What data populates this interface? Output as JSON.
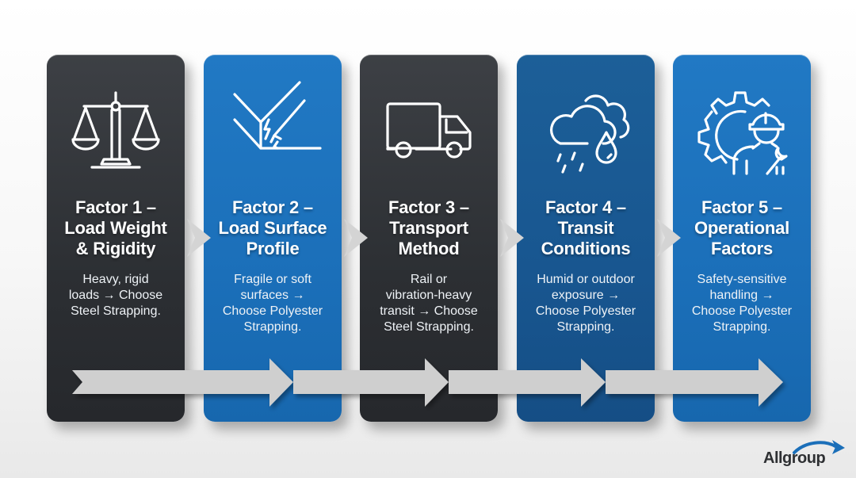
{
  "colors": {
    "dark_card": "#2f3237",
    "blue_card": "#1b6fb9",
    "navy_card": "#185690",
    "arrow_gray": "#cfcfcf",
    "text": "#ffffff",
    "logo_blue": "#1b6fb9",
    "logo_text": "#2e3033"
  },
  "factors": [
    {
      "icon": "balance-scale-icon",
      "title": [
        "Factor 1 –",
        "Load Weight",
        "& Rigidity"
      ],
      "description": [
        "Heavy, rigid",
        "loads → Choose",
        "Steel Strapping."
      ],
      "recommendation": "Steel Strapping"
    },
    {
      "icon": "surface-crack-icon",
      "title": [
        "Factor 2 –",
        "Load Surface",
        "Profile"
      ],
      "description": [
        "Fragile or soft",
        "surfaces →",
        "Choose Polyester",
        "Strapping."
      ],
      "recommendation": "Polyester Strapping"
    },
    {
      "icon": "delivery-truck-icon",
      "title": [
        "Factor 3 –",
        "Transport",
        "Method"
      ],
      "description": [
        "Rail or",
        "vibration-heavy",
        "transit → Choose",
        "Steel Strapping."
      ],
      "recommendation": "Steel Strapping"
    },
    {
      "icon": "rain-cloud-icon",
      "title": [
        "Factor 4 –",
        "Transit",
        "Conditions"
      ],
      "description": [
        "Humid or outdoor",
        "exposure →",
        "Choose Polyester",
        "Strapping."
      ],
      "recommendation": "Polyester Strapping"
    },
    {
      "icon": "worker-gear-icon",
      "title": [
        "Factor 5 –",
        "Operational",
        "Factors"
      ],
      "description": [
        "Safety-sensitive",
        "handling →",
        "Choose Polyester",
        "Strapping."
      ],
      "recommendation": "Polyester Strapping"
    }
  ],
  "logo": {
    "text": "Allgroup",
    "icon": "swoosh-arrow-icon"
  }
}
